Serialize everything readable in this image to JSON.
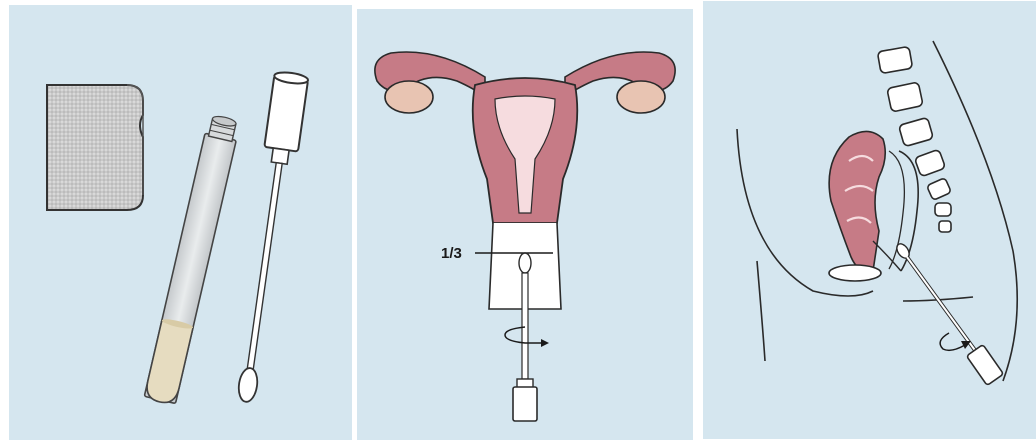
{
  "figure": {
    "panels": [
      {
        "id": "supplies",
        "items": [
          "gauze-pad",
          "transport-tube",
          "swab"
        ]
      },
      {
        "id": "uterus-frontal",
        "depth_label": "1/3"
      },
      {
        "id": "pelvis-sagittal"
      }
    ]
  },
  "colors": {
    "panel_background": "#d5e6ef",
    "tissue": "#c67b86",
    "tissue_light": "#f6dcdf",
    "line": "#2a2a2a",
    "tube_medium": "#e6dcc0"
  }
}
